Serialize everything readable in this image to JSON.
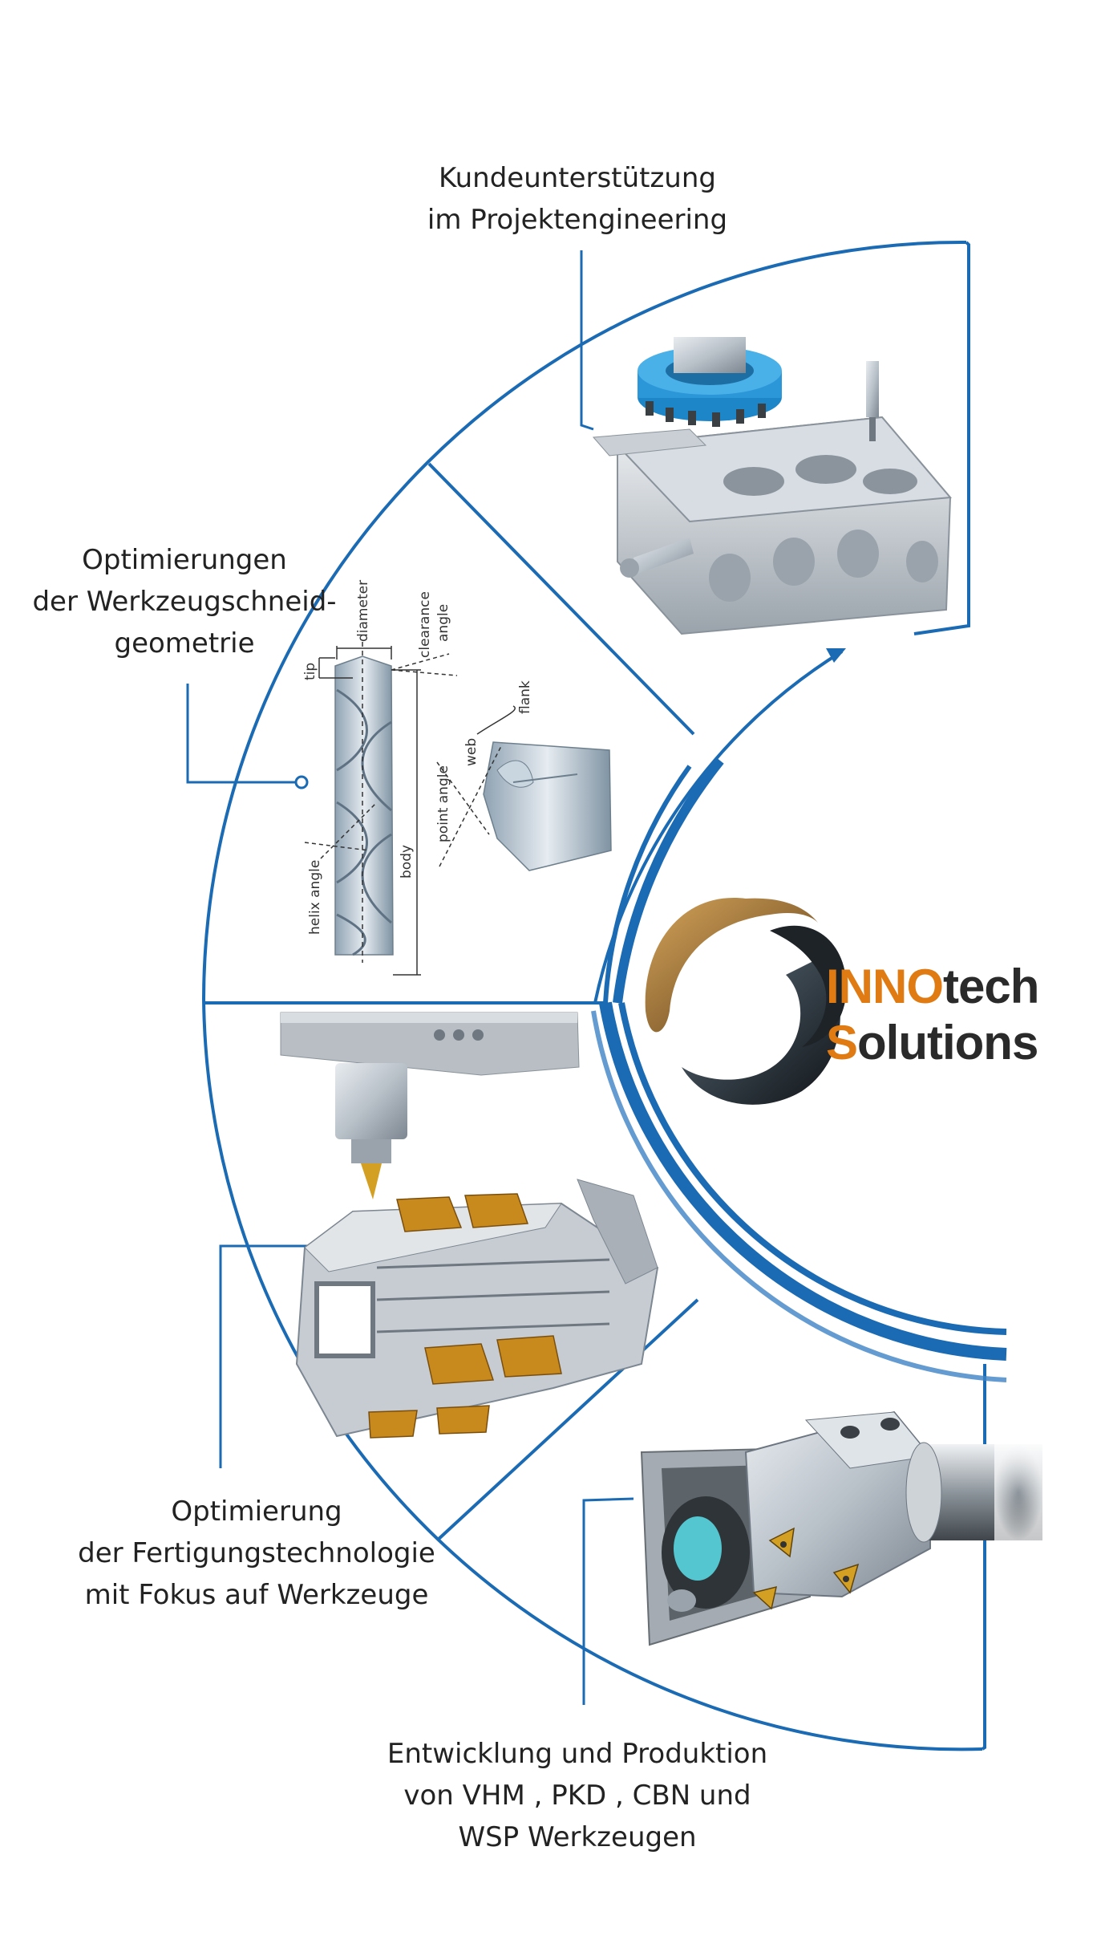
{
  "labels": {
    "top": [
      "Kundeunterstützung",
      "im Projektengineering"
    ],
    "left": [
      "Optimierungen",
      "der Werkzeugschneid-",
      "geometrie"
    ],
    "bottom_left": [
      "Optimierung",
      "der Fertigungstechnologie",
      "mit Fokus auf Werkzeuge"
    ],
    "bottom": [
      "Entwicklung und Produktion",
      "von VHM , PKD , CBN und",
      "WSP Werkzeugen"
    ]
  },
  "drill_annotations": {
    "tip": "tip",
    "diameter": "diameter",
    "clearance": "clearance",
    "angle": "angle",
    "flank": "flank",
    "web": "web",
    "point_angle": "point angle",
    "body": "body",
    "helix_angle": "helix angle"
  },
  "logo": {
    "line1_a": "INN",
    "line1_b": "O",
    "line1_c": "tech",
    "line2_a": "S",
    "line2_b": "olutions"
  },
  "colors": {
    "accent_blue": "#1b6bb4",
    "logo_orange": "#e07a12",
    "text": "#222222"
  }
}
